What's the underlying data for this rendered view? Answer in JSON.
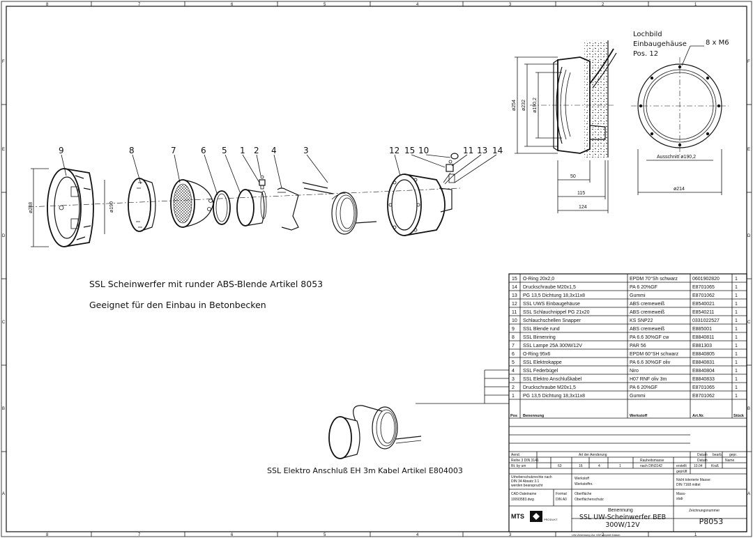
{
  "frame": {
    "top_cols": [
      "8",
      "7",
      "6",
      "5",
      "4",
      "3",
      "2",
      "1"
    ],
    "side_rows": [
      "F",
      "E",
      "D",
      "C",
      "B",
      "A"
    ]
  },
  "callouts": [
    "9",
    "8",
    "7",
    "6",
    "5",
    "1",
    "2",
    "4",
    "3",
    "12",
    "15",
    "10",
    "11",
    "13",
    "14"
  ],
  "dims": {
    "d248": "ø248",
    "d190_left": "ø190",
    "d254": "ø254",
    "d232": "ø232",
    "d190_2": "ø190,2",
    "w50": "50",
    "w115": "115",
    "w124": "124",
    "ausschnitt": "Ausschnitt ø190,2",
    "d214": "ø214"
  },
  "lochbild": {
    "line1": "Lochbild",
    "line2": "Einbaugehäuse",
    "line3": "Pos. 12",
    "bolts": "8 x M6"
  },
  "titles": {
    "line1": "SSL Scheinwerfer mit runder ABS-Blende    Artikel 8053",
    "line2": "Geeignet für den Einbau in Betonbecken",
    "cable": "SSL Elektro Anschluß EH 3m Kabel    Artikel E804003"
  },
  "bom": {
    "rows": [
      {
        "pos": "15",
        "name": "O-Ring 20x2,0",
        "material": "EPDM 70°Sh  schwarz",
        "art": "0601902820",
        "qty": "1"
      },
      {
        "pos": "14",
        "name": "Druckschraube M20x1,5",
        "material": "PA 6  20%GF",
        "art": "E8701065",
        "qty": "1"
      },
      {
        "pos": "13",
        "name": "PG 13,5 Dichtung 18,3x11x8",
        "material": "Gummi",
        "art": "E8701062",
        "qty": "1"
      },
      {
        "pos": "12",
        "name": "SSL UWS Einbaugehäuse",
        "material": "ABS cremeweiß",
        "art": "E8540021",
        "qty": "1"
      },
      {
        "pos": "11",
        "name": "SSL Schlauchnippel PG 21x20",
        "material": "ABS cremeweiß",
        "art": "E8540211",
        "qty": "1"
      },
      {
        "pos": "10",
        "name": "Schlauchschellen Snapper",
        "material": "KS SNP22",
        "art": "0331022527",
        "qty": "1"
      },
      {
        "pos": "9",
        "name": "SSL Blende rund",
        "material": "ABS cremeweiß",
        "art": "E885001",
        "qty": "1"
      },
      {
        "pos": "8",
        "name": "SSL Birnenring",
        "material": "PA 6.6 30%GF cw",
        "art": "E8840811",
        "qty": "1"
      },
      {
        "pos": "7",
        "name": "SSL Lampe 25A 300W/12V",
        "material": "PAR 56",
        "art": "E881303",
        "qty": "1"
      },
      {
        "pos": "6",
        "name": "O-Ring 95x6",
        "material": "EPDM 60°SH schwarz",
        "art": "E8840805",
        "qty": "1"
      },
      {
        "pos": "5",
        "name": "SSL Elektrokappe",
        "material": "PA 6.6 30%GF oliv",
        "art": "E8840831",
        "qty": "1"
      },
      {
        "pos": "4",
        "name": "SSL Federbügel",
        "material": "Niro",
        "art": "E8840804",
        "qty": "1"
      },
      {
        "pos": "3",
        "name": "SSL Elektro Anschlußkabel",
        "material": "H07 RNF oliv  3m",
        "art": "E8840833",
        "qty": "1"
      },
      {
        "pos": "2",
        "name": "Druckschraube M20x1,5",
        "material": "PA 6  20%GF",
        "art": "E8701065",
        "qty": "1"
      },
      {
        "pos": "1",
        "name": "PG 13,5 Dichtung 18,3x11x8",
        "material": "Gummi",
        "art": "E8701062",
        "qty": "1"
      }
    ],
    "header": {
      "pos": "Pos",
      "name": "Benennung",
      "material": "Werkstoff",
      "art": "Art.Nr.",
      "qty": "Stück"
    }
  },
  "titleblock": {
    "aend": "Aend.",
    "art_der_aenderung": "Art der Aenderung",
    "datum": "Datum",
    "bearb": "bearb.",
    "gepr": "gepr.",
    "reihe": "Reihe 3  DIN 3141",
    "rt": "Rt. by um",
    "rt_vals": [
      "63",
      "16",
      "4",
      "1"
    ],
    "rauheit": "Rauheitsmasse",
    "rauheit2": "nach DIN3142",
    "erstellt": "erstellt",
    "erstellt_date": "10.04",
    "erstellt_name": "Kraß",
    "geprueft": "geprüft",
    "datum2": "Datum",
    "name": "Name",
    "urheber1": "Urheberschutzrechte nach",
    "urheber2": "DIN 34 Absatz 3.1",
    "urheber3": "werden beansprucht",
    "werkstoff": "Werkstoff",
    "werkstoffnr": "Werkstoffnr.",
    "toleranz1": "Nicht tolerierte Masse:",
    "toleranz2": "DIN 7168 mittel",
    "cad": "CAD-Dateiname",
    "cad_file": "10093583.dwg",
    "format": "Format",
    "format_val": "DIN A0",
    "oberflaeche": "Oberfläche",
    "oberflaechenschutz": "Oberflächenschutz",
    "massstab": "Mass-",
    "massstab2": "stab",
    "benennung": "Benennung",
    "title1": "SSL UW-Scheinwerfer BEB",
    "title2": "300W/12V",
    "zeichnungsnummer": "Zeichnungsnummer",
    "zeichnung": "P8053",
    "logo": "MTS",
    "logo_sub": "PRODUKT",
    "footer": "UW-Zeichnung   Zur VDF-geprüft Datum"
  }
}
